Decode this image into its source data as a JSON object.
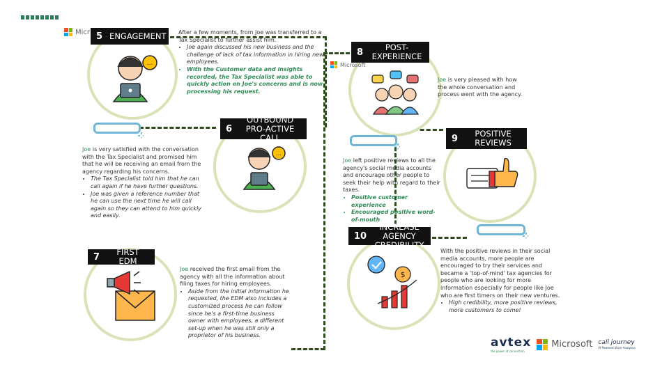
{
  "header": {
    "logo_fragment": "Micr"
  },
  "steps": {
    "s5": {
      "number": "5",
      "title": "ENGAGEMENT"
    },
    "s6": {
      "number": "6",
      "title": "OUTBOUND PRO-ACTIVE CALL"
    },
    "s7": {
      "number": "7",
      "title": "FIRST EDM"
    },
    "s8": {
      "number": "8",
      "title": "POST-EXPERIENCE"
    },
    "s9": {
      "number": "9",
      "title": "POSITIVE REVIEWS"
    },
    "s10": {
      "number": "10",
      "title": "INCREASE AGENCY CREDIBILITY"
    }
  },
  "text5": {
    "intro": "After a few moments, from Joe was transferred to a Tax Specialist to further assist him.",
    "b1": "Joe again discussed his new business and the challenge of lack of tax information in hiring new employees.",
    "b2": "With the Customer data and insights recorded, the Tax Specialist was able to quickly action on Joe's concerns and is now processing his request."
  },
  "text6": {
    "joe": "Joe",
    "intro": " is very satisfied with the conversation with the Tax Specialist and promised him that he will be receiving an email from the agency regarding his concerns.",
    "b1": "The Tax Specialist told him that he can call again if he have further questions.",
    "b2": "Joe was given a reference number that he can use the next time he will call again so they can attend to him quickly and easily."
  },
  "text7": {
    "joe": "Joe",
    "intro": " received the first email from the agency with all the information about filing taxes for hiring employees.",
    "b1": "Aside from the initial information he requested, the EDM also includes a customized process he can follow since he's a first-time business owner with employees, a different set-up when he was still only a proprietor of his business."
  },
  "text8": {
    "joe": "Joe",
    "intro": " is very pleased with how the whole conversation and process went with the agency."
  },
  "text9": {
    "joe": "Joe",
    "intro": " left positive reviews to all the agency's social media accounts and encourage other people to seek their help with regard to their taxes.",
    "b1": "Positive customer experience",
    "b2": "Encouraged positive word-of-mouth"
  },
  "text10": {
    "intro": "With the positive reviews in their social media accounts, more people are encouraged to try their services and became a 'top-of-mind' tax agencies for people who are looking for more information especially for people like Joe who are first timers on their new ventures.",
    "b1": "High credibility, more positive reviews, more customers to come!"
  },
  "microsoft_small": "Microsoft",
  "footer": {
    "avtex": "avtex",
    "avtex_sub": "the power of connection",
    "microsoft": "Microsoft",
    "cj_top": "call journey",
    "cj_sub": "AI Powered Voice Analytics"
  },
  "colors": {
    "accent_green": "#2e8b57",
    "circle": "#d9e3b8",
    "pill": "#6fb6d6",
    "dash": "#2e4a1e"
  }
}
